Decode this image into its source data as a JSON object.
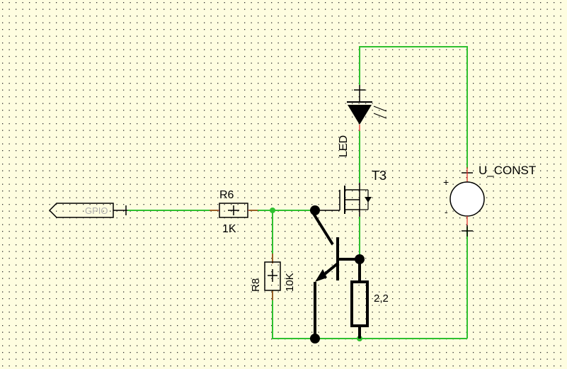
{
  "colors": {
    "background": "#fefde0",
    "grid_dot": "#2a2a2a",
    "wire": "#2fc02f",
    "component": "#000000",
    "pin": "#e02020"
  },
  "components": {
    "gpio": {
      "label": "GPIO"
    },
    "r6": {
      "ref": "R6",
      "value": "1K"
    },
    "r8": {
      "ref": "R8",
      "value": "10K"
    },
    "led": {
      "label": "LED"
    },
    "t3": {
      "ref": "T3"
    },
    "r_shunt": {
      "value": "2,2"
    },
    "source": {
      "label": "U_CONST",
      "plus": "+",
      "minus": "-"
    }
  }
}
